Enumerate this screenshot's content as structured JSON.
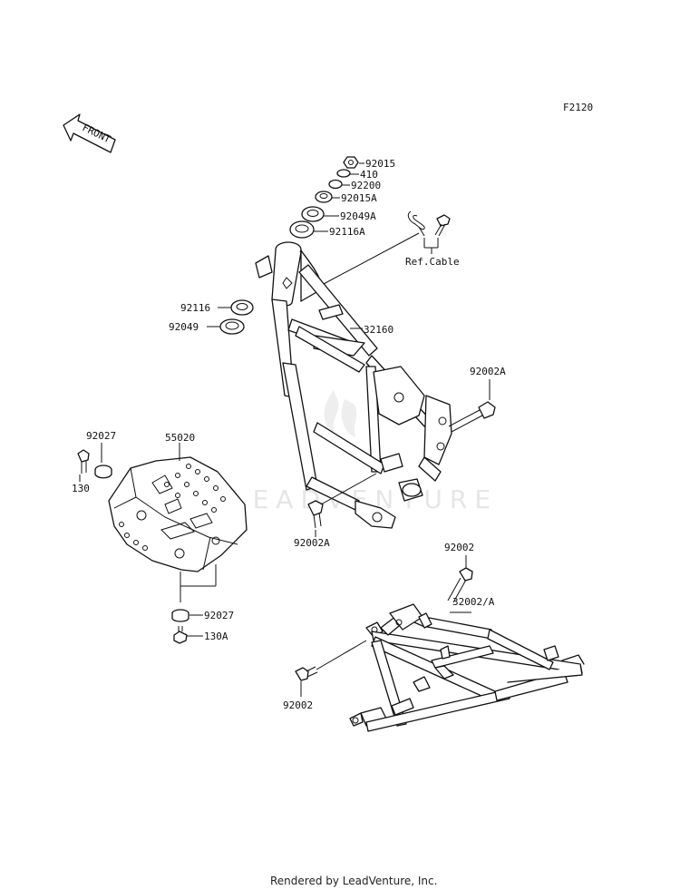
{
  "figure_code": "F2120",
  "front_arrow": "FRONT",
  "ref_cable": "Ref.Cable",
  "watermark": "LEADVENTURE",
  "footer": "Rendered by LeadVenture, Inc.",
  "parts": {
    "p92015": "92015",
    "p410": "410",
    "p92200": "92200",
    "p92015A": "92015A",
    "p92049A": "92049A",
    "p92116A": "92116A",
    "p92116": "92116",
    "p92049": "92049",
    "p32160": "32160",
    "p92002A_right": "92002A",
    "p92027_top": "92027",
    "p55020": "55020",
    "p130": "130",
    "p92002A_bottom": "92002A",
    "p92002_top": "92002",
    "p32002A": "32002/A",
    "p92027_bottom": "92027",
    "p130A": "130A",
    "p92002_bottom": "92002"
  }
}
